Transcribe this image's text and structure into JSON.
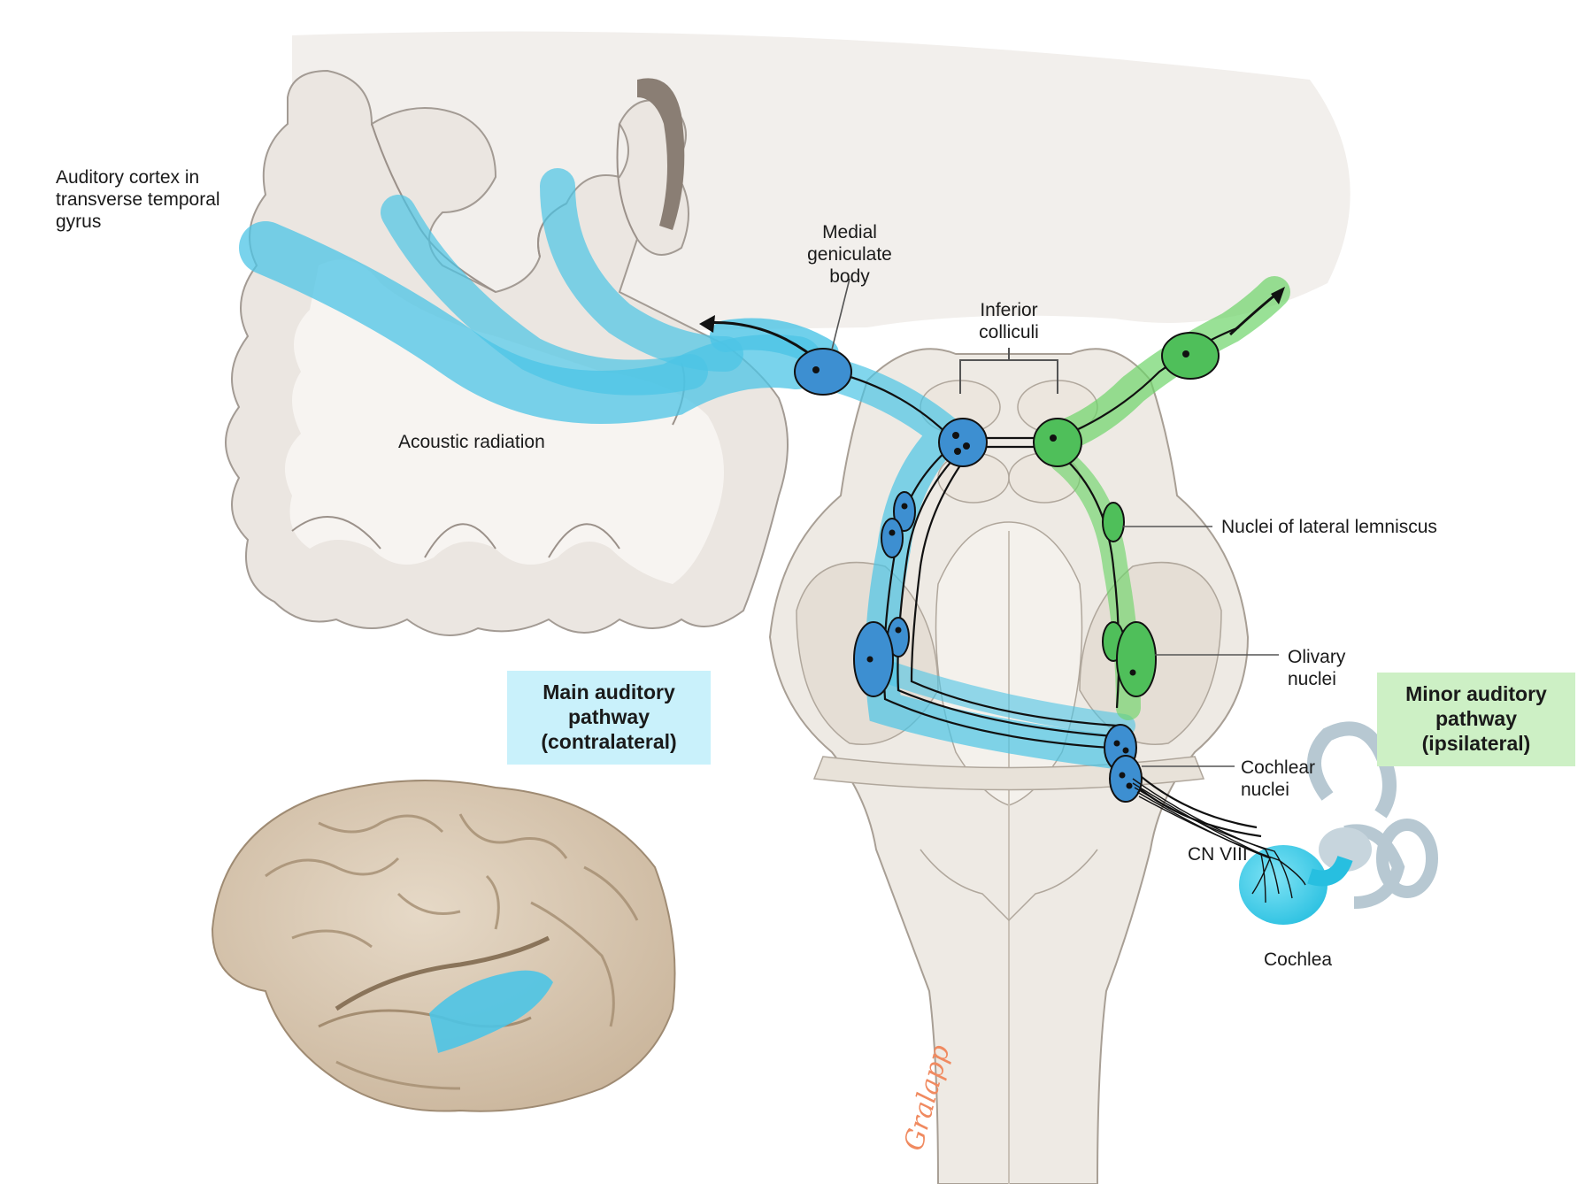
{
  "labels": {
    "auditory_cortex": [
      "Auditory cortex in",
      "transverse temporal",
      "gyrus"
    ],
    "acoustic_radiation": "Acoustic radiation",
    "medial_geniculate": [
      "Medial",
      "geniculate",
      "body"
    ],
    "inferior_colliculi": [
      "Inferior",
      "colliculi"
    ],
    "lateral_lemniscus": "Nuclei of lateral lemniscus",
    "olivary_nuclei": [
      "Olivary",
      "nuclei"
    ],
    "cochlear_nuclei": [
      "Cochlear",
      "nuclei"
    ],
    "cn_viii": "CN VIII",
    "cochlea": "Cochlea"
  },
  "legend": {
    "main": {
      "lines": [
        "Main auditory",
        "pathway",
        "(contralateral)"
      ],
      "color": "#c9f1fb"
    },
    "minor": {
      "lines": [
        "Minor auditory",
        "pathway",
        "(ipsilateral)"
      ],
      "color": "#cdf0c5"
    }
  },
  "signature": "Gralapp",
  "colors": {
    "main_pathway": "#4cc4e6",
    "main_nucleus": "#3d8fd1",
    "minor_pathway": "#6ed46a",
    "minor_nucleus": "#4fbf5a",
    "brain_tissue": "#ede8e2",
    "brainstem": "#eeeae4",
    "cortex_surface": "#d9cbb8"
  }
}
